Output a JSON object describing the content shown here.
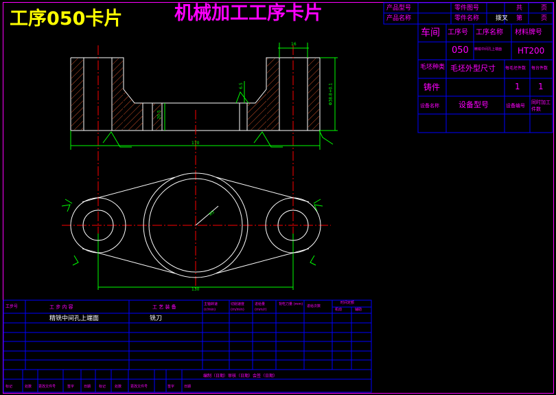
{
  "title": {
    "left": "工序050卡片",
    "center": "机械加工工序卡片"
  },
  "header_grid": {
    "product_model_label": "产品型号",
    "product_name_label": "产品名称",
    "part_drawing_no_label": "零件图号",
    "part_name_label": "零件名称",
    "part_name_value": "拨叉",
    "total_label": "共",
    "page_label_1": "页",
    "sheet_label": "第",
    "page_label_2": "页"
  },
  "info_table": {
    "row1": [
      "车间",
      "工序号",
      "工序名称",
      "材料牌号"
    ],
    "row2": [
      "",
      "050",
      "精铣中间孔上端面",
      "HT200"
    ],
    "row3": [
      "毛坯种类",
      "毛坯外型尺寸",
      "每毛坯件数",
      "每台件数"
    ],
    "row4": [
      "铸件",
      "",
      "1",
      "1"
    ],
    "row5": [
      "设备名称",
      "设备型号",
      "设备编号",
      "同时加工件数"
    ]
  },
  "drawing": {
    "dim_top": "16",
    "dim_65": "6.5",
    "dim_205": "20.5",
    "dim_right": "Φ38.8+0.1",
    "dim_170": "170",
    "dim_130": "130",
    "dim_r": "R5"
  },
  "process_table": {
    "headers": [
      "工步号",
      "工 步 内 容",
      "工 艺 装 备",
      "主轴转速 (r/min)",
      "切削速度 (m/min)",
      "进给量 (mm/r)",
      "背吃刀量 (mm)",
      "进给次数",
      "时间定额",
      "机动",
      "辅助"
    ],
    "row_content": "精铣中间孔上端面",
    "row_tool": "铣刀",
    "footer_left": [
      "标记",
      "处数",
      "更改文件号",
      "签字",
      "日期",
      "标记",
      "处数",
      "更改文件号",
      "签字",
      "日期"
    ],
    "footer_right": "编制（日期）审核（日期）会签（日期）"
  },
  "colors": {
    "frame": "#ff00ff",
    "table_lines": "#0000ff",
    "text": "#ffffff",
    "center_lines": "#ff0000",
    "dims": "#00ff00",
    "title_yellow": "#ffff00"
  }
}
